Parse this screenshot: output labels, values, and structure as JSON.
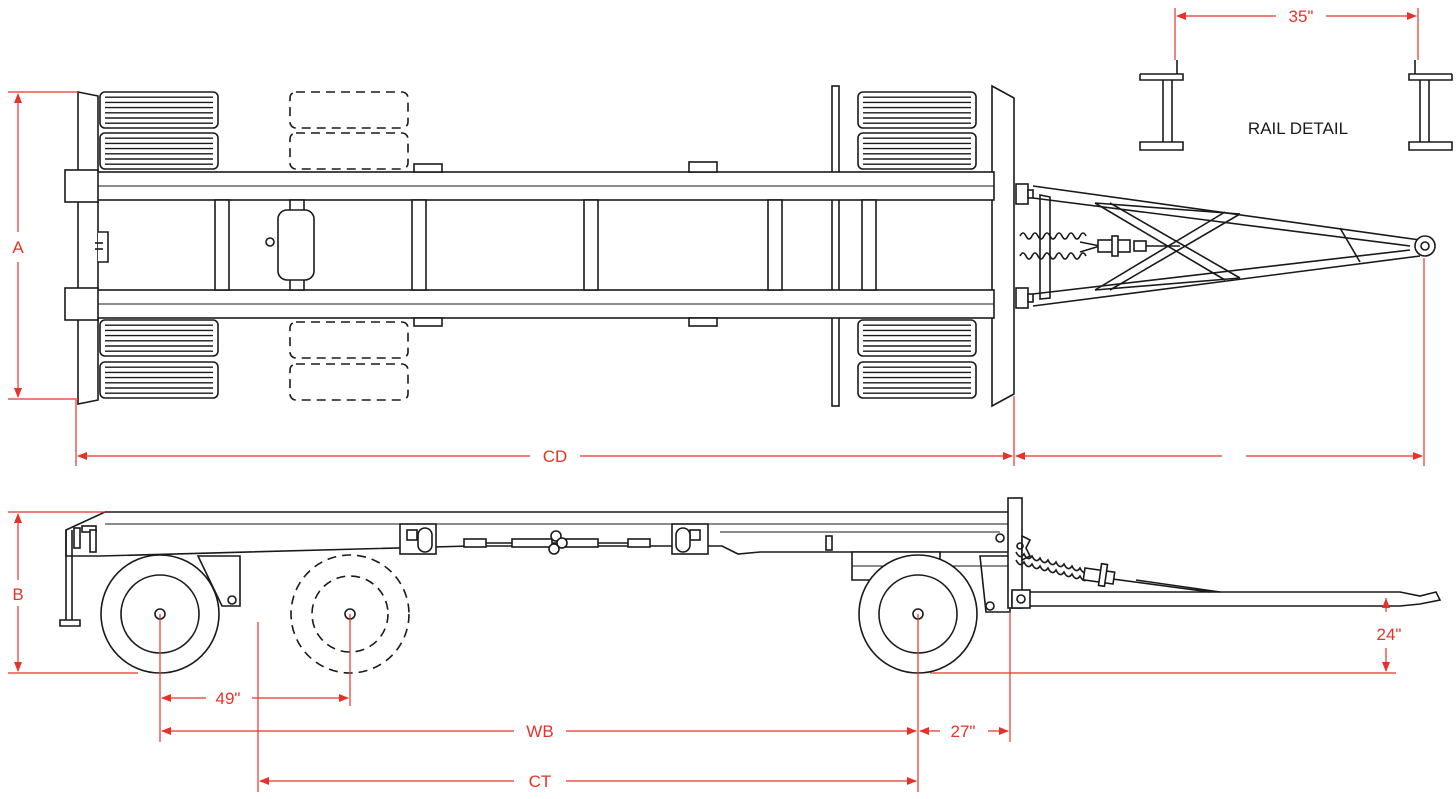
{
  "labels": {
    "rail_gauge": "35\"",
    "rail_detail": "RAIL DETAIL",
    "width": "A",
    "coupled_distance": "CD",
    "height": "B",
    "hitch_height": "24\"",
    "axle_offset": "49\"",
    "wheelbase": "WB",
    "rear_overhang": "27\"",
    "center_turn": "CT"
  },
  "colors": {
    "dimension": "#e63329",
    "linework": "#1a1a1a",
    "background": "#ffffff"
  }
}
